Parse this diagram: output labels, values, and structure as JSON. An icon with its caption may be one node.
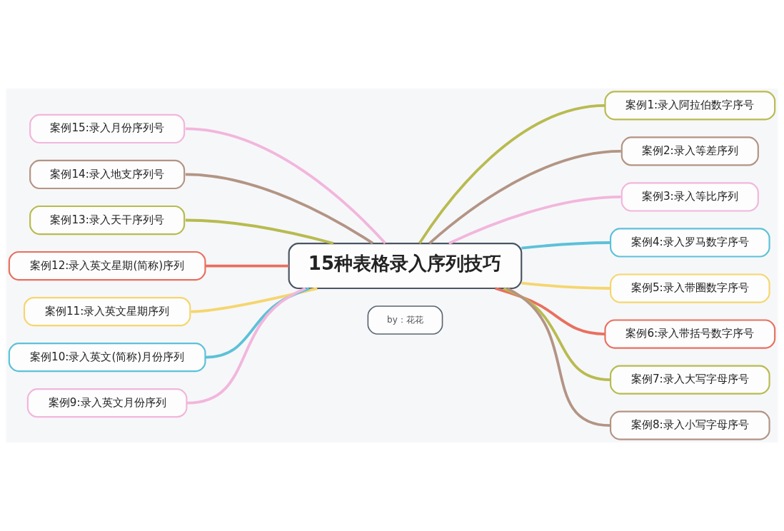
{
  "diagram": {
    "nodes": [
      {
        "text": [
          "15种表格录入序列技巧"
        ]
      },
      {
        "text": [
          "案例1:录入阿拉伯数字序号"
        ]
      },
      {
        "text": [
          "案例2:录入等差序列"
        ]
      },
      {
        "text": [
          "案例3:录入等比序列"
        ]
      },
      {
        "text": [
          "案例4:录入罗马数字序号"
        ]
      },
      {
        "text": [
          "案例5:录入带圈数字序号"
        ]
      },
      {
        "text": [
          "案例6:录入带括号数字序号"
        ]
      },
      {
        "text": [
          "案例7:录入大写字母序号"
        ]
      },
      {
        "text": [
          "案例8:录入小写字母序号"
        ]
      },
      {
        "text": [
          "案例9:录入英文月份序列"
        ]
      },
      {
        "text": [
          "案例10:录入英文(简称)月份序列"
        ]
      },
      {
        "text": [
          "案例11:录入英文星期序列"
        ]
      },
      {
        "text": [
          "案例12:录入英文星期(简称)序列"
        ]
      },
      {
        "text": [
          "案例13:录入天干序列号"
        ]
      },
      {
        "text": [
          "案例14:录入地支序列号"
        ]
      },
      {
        "text": [
          "案例15:录入月份序列号"
        ]
      },
      {
        "text": [
          "by：花花"
        ]
      }
    ],
    "edges": [
      {
        "from": 0,
        "to": 1,
        "arrow": "none",
        "color": "#b8bb4f"
      },
      {
        "from": 0,
        "to": 2,
        "arrow": "none",
        "color": "#b39484"
      },
      {
        "from": 0,
        "to": 3,
        "arrow": "none",
        "color": "#f2b6dc"
      },
      {
        "from": 0,
        "to": 4,
        "arrow": "none",
        "color": "#5cc1d9"
      },
      {
        "from": 0,
        "to": 5,
        "arrow": "none",
        "color": "#f5d66e"
      },
      {
        "from": 0,
        "to": 6,
        "arrow": "none",
        "color": "#e8705f"
      },
      {
        "from": 0,
        "to": 7,
        "arrow": "none",
        "color": "#b8bb4f"
      },
      {
        "from": 0,
        "to": 8,
        "arrow": "none",
        "color": "#b39484"
      },
      {
        "from": 0,
        "to": 9,
        "arrow": "none",
        "color": "#f2b6dc"
      },
      {
        "from": 0,
        "to": 10,
        "arrow": "none",
        "color": "#5cc1d9"
      },
      {
        "from": 0,
        "to": 11,
        "arrow": "none",
        "color": "#f5d66e"
      },
      {
        "from": 0,
        "to": 12,
        "arrow": "none",
        "color": "#e8705f"
      },
      {
        "from": 0,
        "to": 13,
        "arrow": "none",
        "color": "#b8bb4f"
      },
      {
        "from": 0,
        "to": 14,
        "arrow": "none",
        "color": "#b39484"
      },
      {
        "from": 0,
        "to": 15,
        "arrow": "none",
        "color": "#f2b6dc"
      }
    ]
  }
}
